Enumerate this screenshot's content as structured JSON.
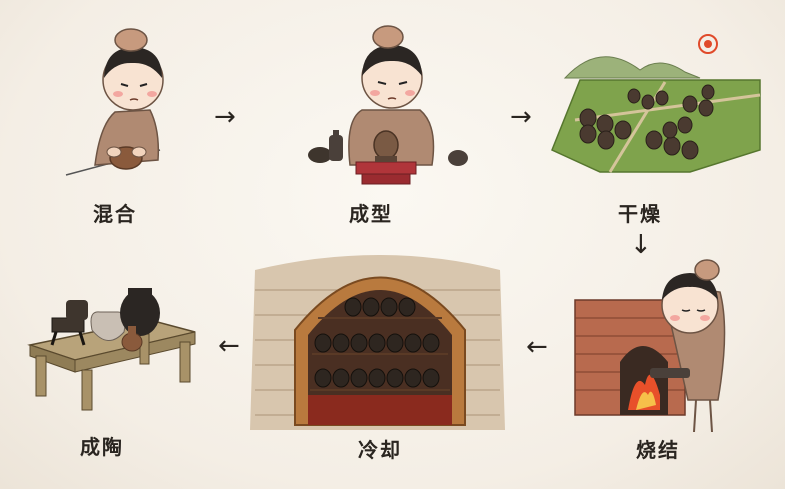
{
  "steps": [
    {
      "id": "mix",
      "label": "混合"
    },
    {
      "id": "shape",
      "label": "成型"
    },
    {
      "id": "dry",
      "label": "干燥"
    },
    {
      "id": "fire",
      "label": "烧结"
    },
    {
      "id": "cool",
      "label": "冷却"
    },
    {
      "id": "finish",
      "label": "成陶"
    }
  ],
  "arrows": {
    "right": "→",
    "down": "↓",
    "left": "←"
  },
  "colors": {
    "background": "#f6f1e9",
    "robe": "#b08a72",
    "hair": "#2b2623",
    "clay": "#8a5a3c",
    "pot_dark": "#3e352d",
    "brick": "#b86a4e",
    "grass": "#7fa34c",
    "table": "#a89268"
  }
}
